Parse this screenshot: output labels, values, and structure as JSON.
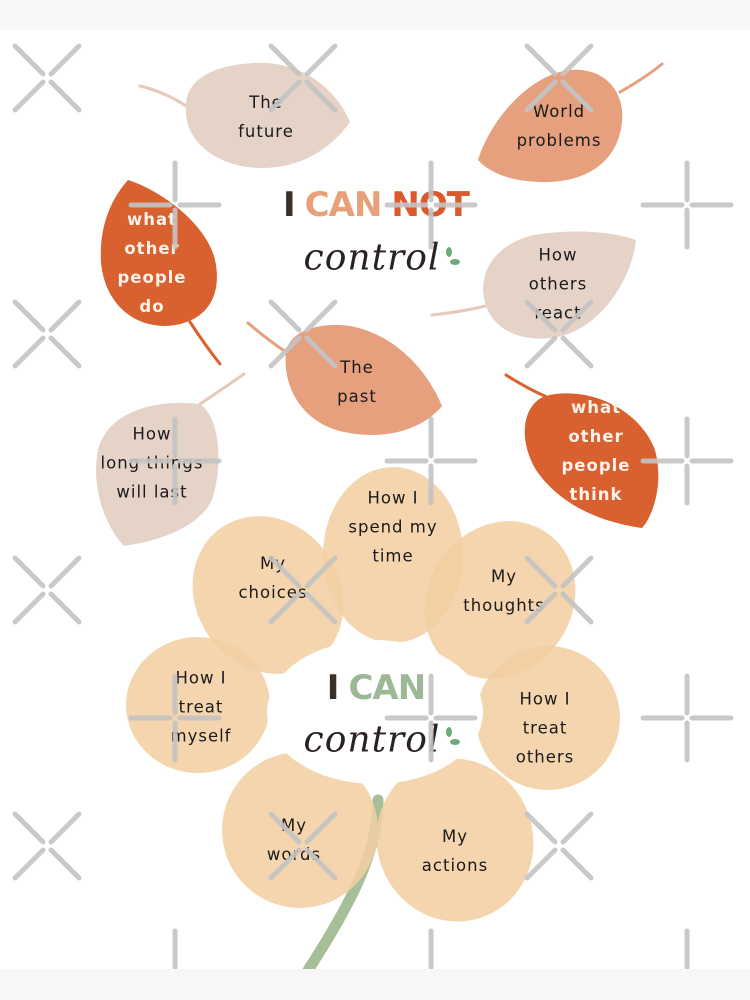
{
  "poster": {
    "background": "#ffffff",
    "frame_color": "#f7f7f7",
    "cannot": {
      "title_word_1": "I",
      "title_word_2": "CAN",
      "title_word_3": "NOT",
      "subtitle": "control",
      "letter_colors": [
        "#3a2f2b",
        "#e8a07a",
        "#e3cbbd",
        "#e7926c",
        "#e0a58b",
        "#d95a2c",
        "#e8b197",
        "#e7926c"
      ],
      "leaves": [
        {
          "id": "the-future",
          "text": "The\nfuture",
          "color": "#e6d3c7"
        },
        {
          "id": "world-problems",
          "text": "World\nproblems",
          "color": "#e6a07e"
        },
        {
          "id": "what-other-people-do",
          "text": "what\nother\npeople\ndo",
          "color": "#d9602f"
        },
        {
          "id": "how-others-react",
          "text": "How\nothers\nreact",
          "color": "#e6d3c7"
        },
        {
          "id": "the-past",
          "text": "The\npast",
          "color": "#e6a07e"
        },
        {
          "id": "how-long-things-will-last",
          "text": "How\nlong things\nwill last",
          "color": "#e6d3c7"
        },
        {
          "id": "what-other-people-think",
          "text": "what\nother\npeople\nthink",
          "color": "#d9602f"
        }
      ]
    },
    "can": {
      "title_word_1": "I",
      "title_word_2": "CAN",
      "subtitle": "control",
      "letter_colors": [
        "#3a2f2b",
        "#9db894",
        "#e8a07a",
        "#e7b77c"
      ],
      "petal_color": "#f3cfa3",
      "center_color": "#ffffff",
      "stem_color": "#a6bf98",
      "petals": [
        {
          "id": "how-i-spend-my-time",
          "text": "How I\nspend my\ntime"
        },
        {
          "id": "my-choices",
          "text": "My\nchoices"
        },
        {
          "id": "my-thoughts",
          "text": "My\nthoughts"
        },
        {
          "id": "how-i-treat-myself",
          "text": "How I\ntreat\nmyself"
        },
        {
          "id": "how-i-treat-others",
          "text": "How I\ntreat\nothers"
        },
        {
          "id": "my-words",
          "text": "My\nwords"
        },
        {
          "id": "my-actions",
          "text": "My\nactions"
        }
      ]
    },
    "watermark": {
      "color": "#c4c4c4",
      "shapes": [
        "x-mark",
        "plus-mark"
      ]
    }
  }
}
